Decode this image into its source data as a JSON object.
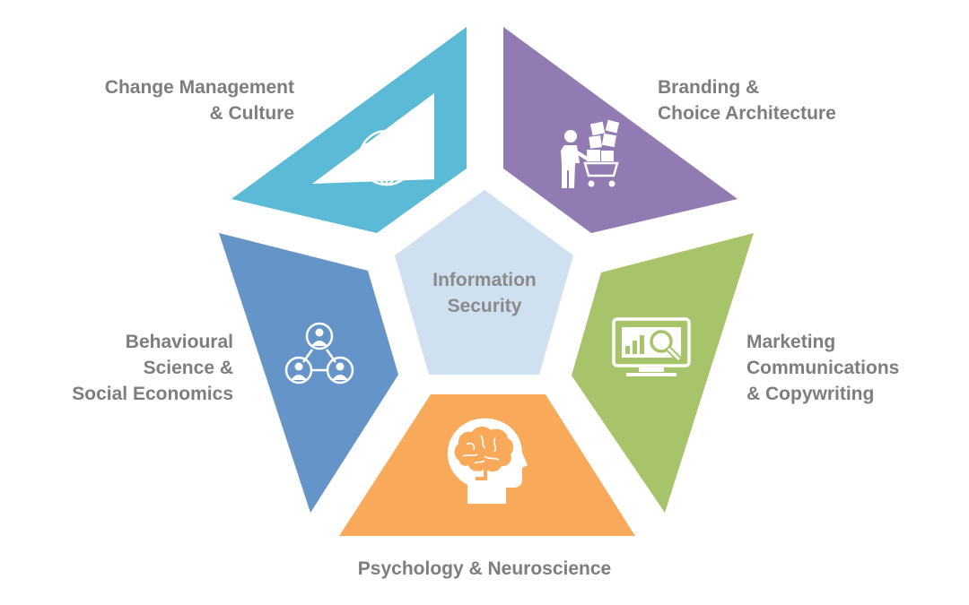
{
  "center": {
    "line1": "Information",
    "line2": "Security",
    "color": "#cfe0f1"
  },
  "segments": {
    "change": {
      "line1": "Change Management",
      "line2": "& Culture",
      "color": "#5bbad5",
      "icon": "globe-icon"
    },
    "branding": {
      "line1": "Branding &",
      "line2": "Choice Architecture",
      "color": "#917bb2",
      "icon": "shopper-cart-icon"
    },
    "marketing": {
      "line1": "Marketing",
      "line2": "Communications",
      "line3": "& Copywriting",
      "color": "#a8c46b",
      "icon": "monitor-analytics-icon"
    },
    "psychology": {
      "line1": "Psychology & Neuroscience",
      "color": "#f8a95a",
      "icon": "brain-head-icon"
    },
    "behavioural": {
      "line1": "Behavioural",
      "line2": "Science &",
      "line3": "Social Economics",
      "color": "#6494c8",
      "icon": "people-network-icon"
    }
  },
  "text_color": "#7d7d7d"
}
